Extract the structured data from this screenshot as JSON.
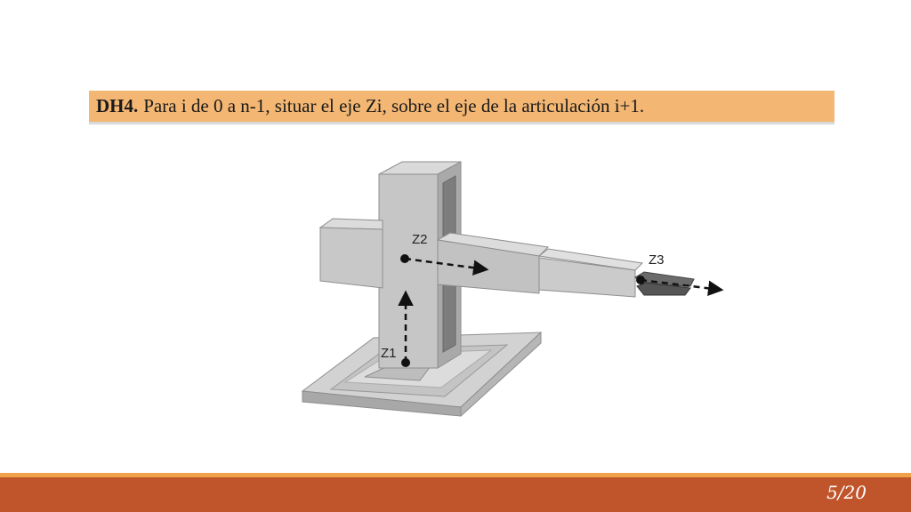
{
  "rule": {
    "label": "DH4.",
    "text": "Para i de 0 a n-1, situar el eje Zi, sobre el eje de la articulación i+1."
  },
  "axes": {
    "z1": "Z1",
    "z2": "Z2",
    "z3": "Z3"
  },
  "footer": {
    "slide_number": "5/20"
  },
  "colors": {
    "banner": "#f3b673",
    "footer_bar": "#c0552c",
    "footer_strip": "#f0a24a"
  }
}
